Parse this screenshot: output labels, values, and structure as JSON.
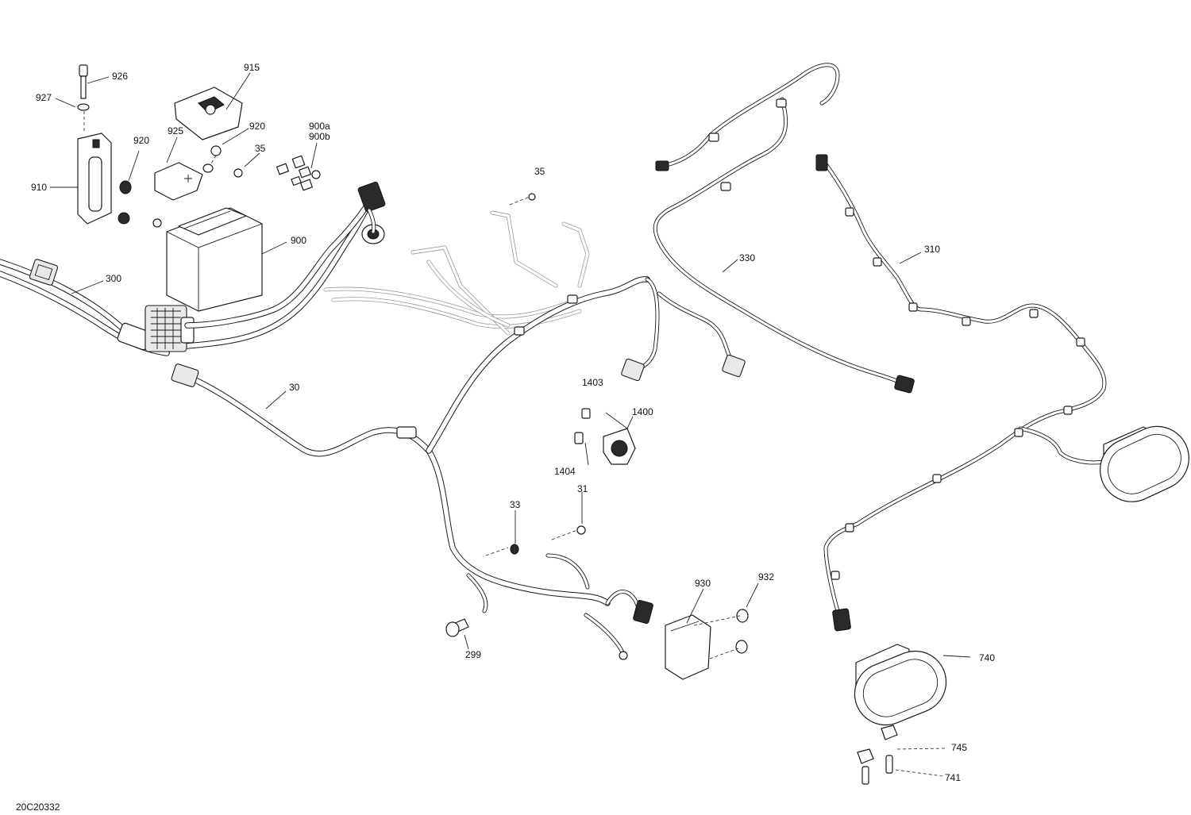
{
  "figure_code": "20C20332",
  "callouts": [
    {
      "id": "926",
      "text": "926"
    },
    {
      "id": "927",
      "text": "927"
    },
    {
      "id": "915",
      "text": "915"
    },
    {
      "id": "920a",
      "text": "920"
    },
    {
      "id": "920b",
      "text": "920"
    },
    {
      "id": "925",
      "text": "925"
    },
    {
      "id": "900a",
      "text": "900a"
    },
    {
      "id": "900b",
      "text": "900b"
    },
    {
      "id": "35a",
      "text": "35"
    },
    {
      "id": "35b",
      "text": "35"
    },
    {
      "id": "910",
      "text": "910"
    },
    {
      "id": "900",
      "text": "900"
    },
    {
      "id": "300",
      "text": "300"
    },
    {
      "id": "330",
      "text": "330"
    },
    {
      "id": "310",
      "text": "310"
    },
    {
      "id": "30",
      "text": "30"
    },
    {
      "id": "1403",
      "text": "1403"
    },
    {
      "id": "1400",
      "text": "1400"
    },
    {
      "id": "1404",
      "text": "1404"
    },
    {
      "id": "33",
      "text": "33"
    },
    {
      "id": "31",
      "text": "31"
    },
    {
      "id": "930",
      "text": "930"
    },
    {
      "id": "932",
      "text": "932"
    },
    {
      "id": "299",
      "text": "299"
    },
    {
      "id": "740",
      "text": "740"
    },
    {
      "id": "745",
      "text": "745"
    },
    {
      "id": "741",
      "text": "741"
    }
  ]
}
